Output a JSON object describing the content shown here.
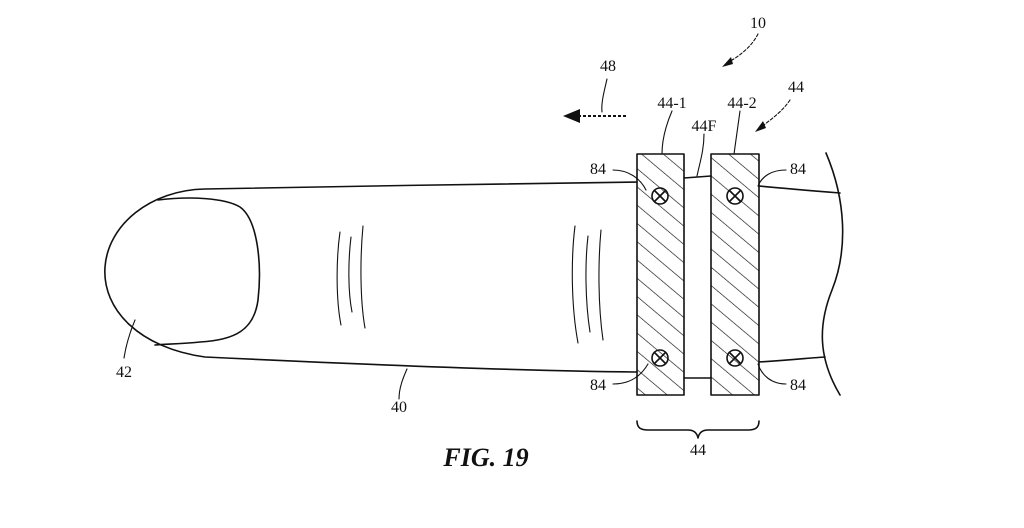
{
  "figure": {
    "title": "FIG. 19",
    "labels": {
      "device": "10",
      "direction": "48",
      "band_first": "44-1",
      "band_second": "44-2",
      "band_group_top": "44",
      "flex": "44F",
      "sensor_top_left": "84",
      "sensor_top_right": "84",
      "sensor_bottom_left": "84",
      "sensor_bottom_right": "84",
      "band_group_bottom": "44",
      "finger": "40",
      "fingernail": "42"
    }
  }
}
